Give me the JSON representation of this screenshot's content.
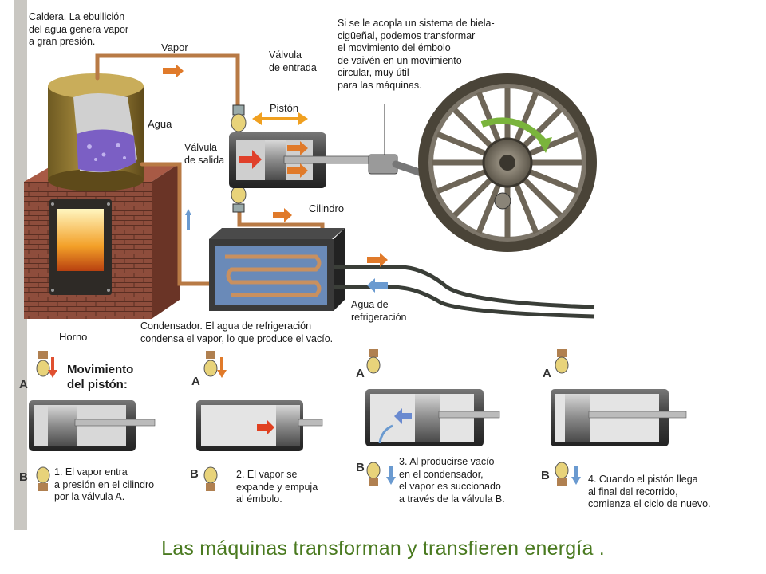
{
  "labels": {
    "caldera": "Caldera. La ebullición\ndel agua genera vapor\na gran presión.",
    "vapor": "Vapor",
    "valvula_entrada": "Válvula\nde entrada",
    "biela": "Si se le acopla un sistema de biela-\ncigüeñal, podemos transformar\nel movimiento del émbolo\nde vaivén en un movimiento\ncircular, muy útil\npara las máquinas.",
    "agua": "Agua",
    "piston": "Pistón",
    "valvula_salida": "Válvula\nde salida",
    "cilindro": "Cilindro",
    "agua_refrigeracion": "Agua de\nrefrigeración",
    "horno": "Horno",
    "condensador": "Condensador. El agua de refrigeración\ncondensa el vapor, lo que produce el vacío."
  },
  "sequence": {
    "title": "Movimiento\ndel pistón:",
    "valve_a": "A",
    "valve_b": "B",
    "steps": [
      "1. El vapor entra\na presión en el cilindro\npor la válvula A.",
      "2. El vapor se\nexpande y empuja\nal émbolo.",
      "3. Al producirse vacío\nen el condensador,\nel vapor es succionado\na través de la válvula B.",
      "4. Cuando el pistón llega\nal final del recorrido,\ncomienza el ciclo de nuevo."
    ]
  },
  "caption": "Las máquinas transforman y transfieren energía .",
  "colors": {
    "copper": "#b87a45",
    "steam_arrow": "#e07a2a",
    "cool_arrow": "#6a9ad0",
    "brick": "#8a4a3a",
    "caption": "#4a7a20"
  }
}
